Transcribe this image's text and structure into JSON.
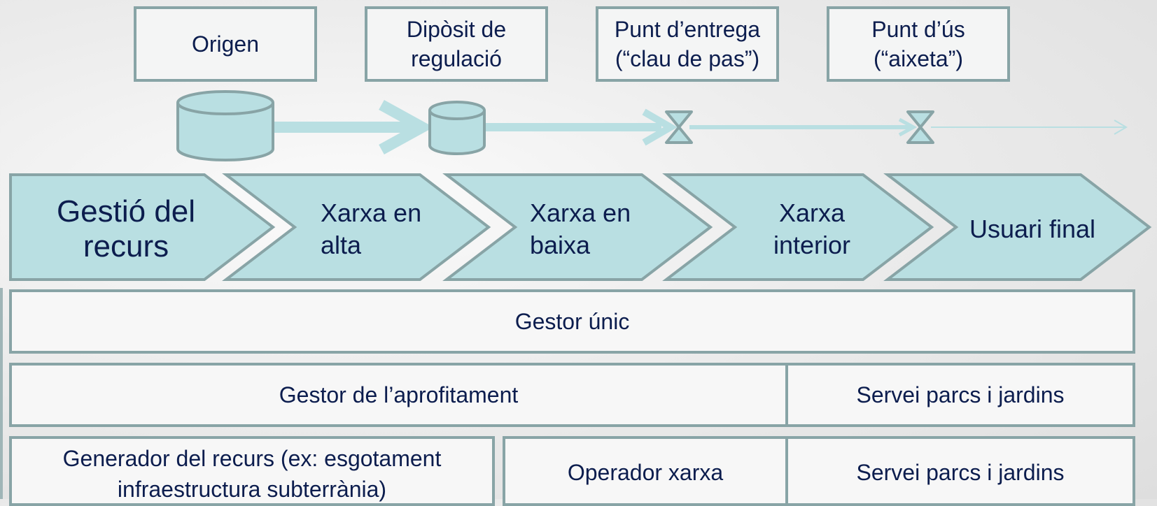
{
  "top_labels": {
    "origin": "Origen",
    "tank": "Dipòsit de\nregulació",
    "delivery": "Punt d’entrega\n(“clau de pas”)",
    "use": "Punt d’ús\n(“aixeta”)"
  },
  "stages": {
    "resource": "Gestió del\nrecurs",
    "high": "Xarxa en\nalta",
    "low": "Xarxa en\nbaixa",
    "interior": "Xarxa\ninterior",
    "user": "Usuari final"
  },
  "rows": {
    "row1": {
      "single": "Gestor únic"
    },
    "row2": {
      "exploitation": "Gestor de l’aprofitament",
      "parks": "Servei parcs i jardins"
    },
    "row3": {
      "generator": "Generador del recurs (ex: esgotament\ninfraestructura subterrània)",
      "operator": "Operador xarxa",
      "parks": "Servei parcs i jardins"
    }
  },
  "colors": {
    "fill": "#b9dfe2",
    "stroke": "#88a4a6",
    "text": "#0c1d4e"
  }
}
